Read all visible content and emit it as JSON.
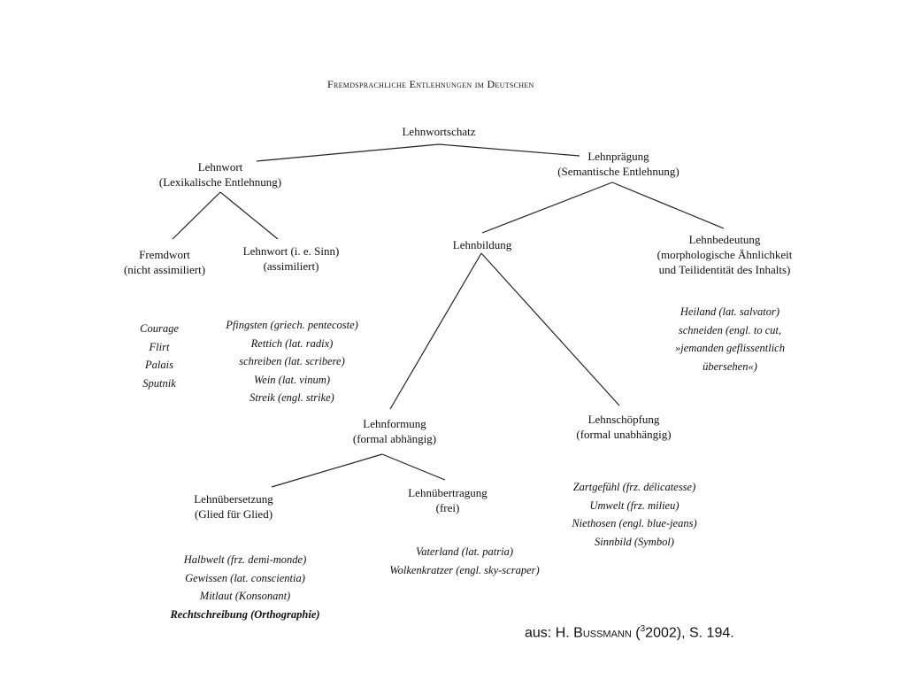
{
  "title": "Fremdsprachliche Entlehnungen im Deutschen",
  "nodes": {
    "lehnwortschatz": "Lehnwortschatz",
    "lehnwort": {
      "name": "Lehnwort",
      "sub": "(Lexikalische Entlehnung)"
    },
    "lehnpraegung": {
      "name": "Lehnprägung",
      "sub": "(Semantische Entlehnung)"
    },
    "fremdwort": {
      "name": "Fremdwort",
      "sub": "(nicht assimiliert)"
    },
    "lehnwort_ies": {
      "name": "Lehnwort (i. e. Sinn)",
      "sub": "(assimiliert)"
    },
    "lehnbildung": {
      "name": "Lehnbildung"
    },
    "lehnbedeutung": {
      "name": "Lehnbedeutung",
      "sub1": "(morphologische Ähnlichkeit",
      "sub2": "und Teilidentität des Inhalts)"
    },
    "lehnformung": {
      "name": "Lehnformung",
      "sub": "(formal abhängig)"
    },
    "lehnschoepfung": {
      "name": "Lehnschöpfung",
      "sub": "(formal unabhängig)"
    },
    "lehnuebersetzung": {
      "name": "Lehnübersetzung",
      "sub": "(Glied für Glied)"
    },
    "lehnuebertragung": {
      "name": "Lehnübertragung",
      "sub": "(frei)"
    }
  },
  "examples": {
    "fremdwort": [
      "Courage",
      "Flirt",
      "Palais",
      "Sputnik"
    ],
    "lehnwort_ies": [
      "Pfingsten (griech. pentecoste)",
      "Rettich (lat. radix)",
      "schreiben (lat. scribere)",
      "Wein (lat. vinum)",
      "Streik (engl. strike)"
    ],
    "lehnbedeutung": [
      "Heiland (lat. salvator)",
      "schneiden (engl. to cut,",
      "»jemanden geflissentlich",
      "übersehen«)"
    ],
    "lehnuebersetzung": [
      "Halbwelt (frz. demi-monde)",
      "Gewissen (lat. conscientia)",
      "Mitlaut (Konsonant)",
      "Rechtschreibung (Orthographie)"
    ],
    "lehnuebertragung": [
      "Vaterland (lat. patria)",
      "Wolkenkratzer (engl. sky-scraper)"
    ],
    "lehnschoepfung": [
      "Zartgefühl (frz. délicatesse)",
      "Umwelt (frz. milieu)",
      "Niethosen (engl. blue-jeans)",
      "Sinnbild (Symbol)"
    ]
  },
  "source": {
    "prefix": "aus: H. ",
    "author": "Bußmann",
    "open": " (",
    "edition": "3",
    "rest": "2002), S. 194."
  }
}
